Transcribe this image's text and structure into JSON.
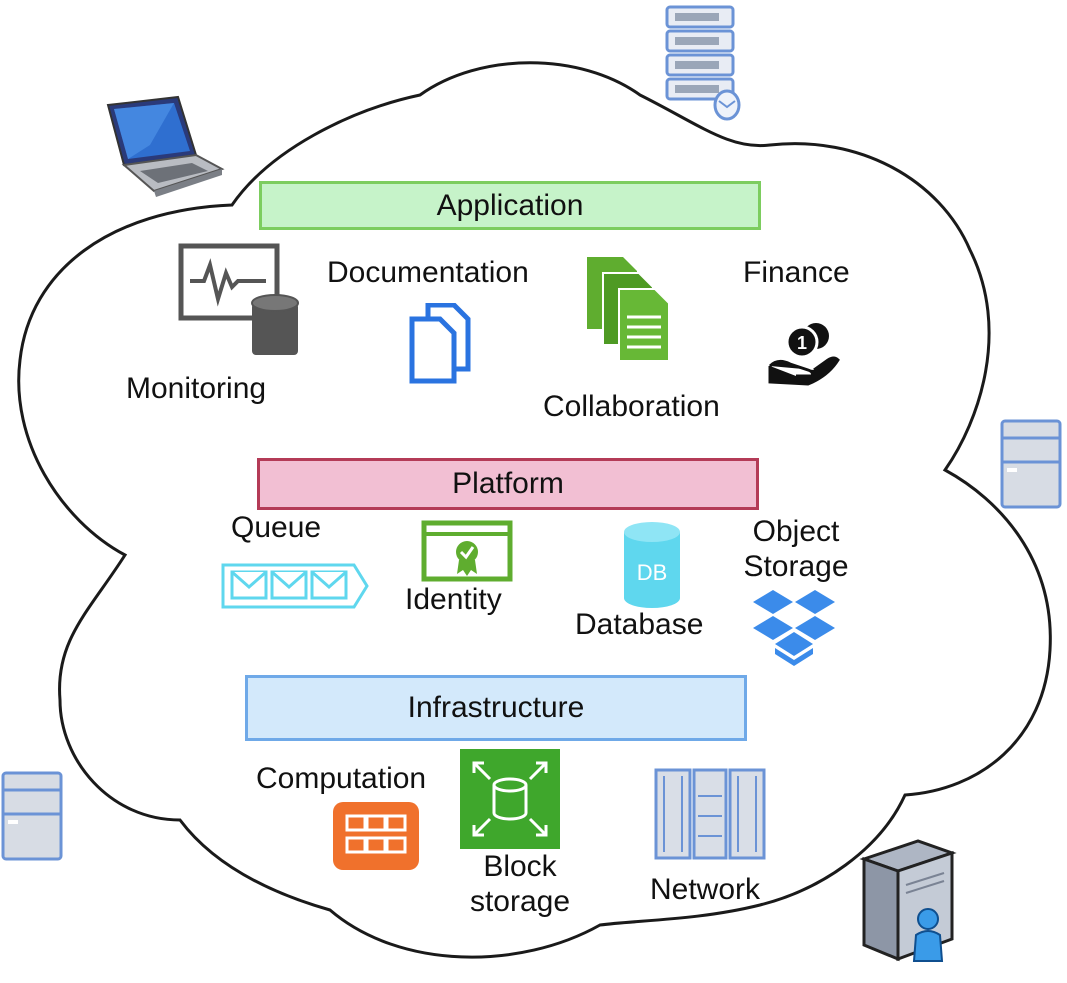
{
  "layers": {
    "application": {
      "label": "Application",
      "fill": "#c6f3c9",
      "border": "#7ccd5f"
    },
    "platform": {
      "label": "Platform",
      "fill": "#f2bfd3",
      "border": "#b43b57"
    },
    "infrastructure": {
      "label": "Infrastructure",
      "fill": "#d3e9fb",
      "border": "#6fa9e8"
    }
  },
  "application_items": {
    "monitoring": "Monitoring",
    "documentation": "Documentation",
    "collaboration": "Collaboration",
    "finance": "Finance"
  },
  "platform_items": {
    "queue": "Queue",
    "identity": "Identity",
    "database": "Database",
    "database_icon_text": "DB",
    "object_storage_line1": "Object",
    "object_storage_line2": "Storage"
  },
  "infrastructure_items": {
    "computation": "Computation",
    "block_storage_line1": "Block",
    "block_storage_line2": "storage",
    "network": "Network"
  },
  "colors": {
    "cloud_outline": "#1a1a1a",
    "green_icon": "#5fad2f",
    "blue_icon": "#2a73e0",
    "cyan_icon": "#5fd7ee",
    "orange_icon": "#f0712c",
    "dropbox_blue": "#3b8bea",
    "server_blue": "#6b93d6"
  }
}
